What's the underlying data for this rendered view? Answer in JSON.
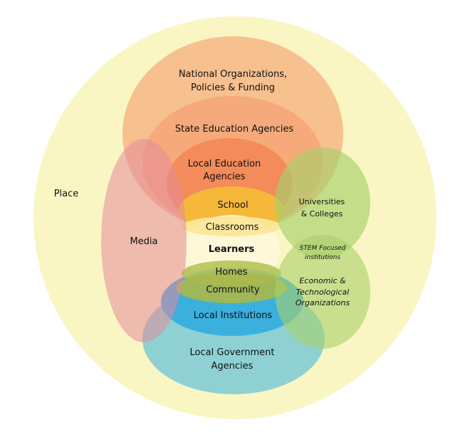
{
  "labels": {
    "place": "Place",
    "national_line1": "National Organizations,",
    "national_line2": "Policies & Funding",
    "state": "State Education Agencies",
    "local_edu_line1": "Local Education",
    "local_edu_line2": "Agencies",
    "school": "School",
    "classrooms": "Classrooms",
    "learners": "Learners",
    "homes": "Homes",
    "community": "Community",
    "local_institutions": "Local Institutions",
    "local_gov_line1": "Local Government",
    "local_gov_line2": "Agencies",
    "media": "Media",
    "universities_line1": "Universities",
    "universities_line2": "& Colleges",
    "stem_line1": "STEM Focused",
    "stem_line2": "institutions",
    "econ_line1": "Economic &",
    "econ_line2": "Technological",
    "econ_line3": "Organizations"
  },
  "colors": {
    "place": "#faf6c4",
    "national": "#f7c08f",
    "state": "#f6a97a",
    "local_edu": "#f38b5a",
    "school": "#f6b83a",
    "classrooms": "#fbe79a",
    "learners_center": "#fdf8d7",
    "media": "#eeaab0",
    "universities": "#b8da7a",
    "economic": "#b8da7a",
    "homes": "#b5c35a",
    "community": "#a9b84a",
    "local_institutions": "#3bb0dd",
    "local_government": "#8fd1d3"
  }
}
